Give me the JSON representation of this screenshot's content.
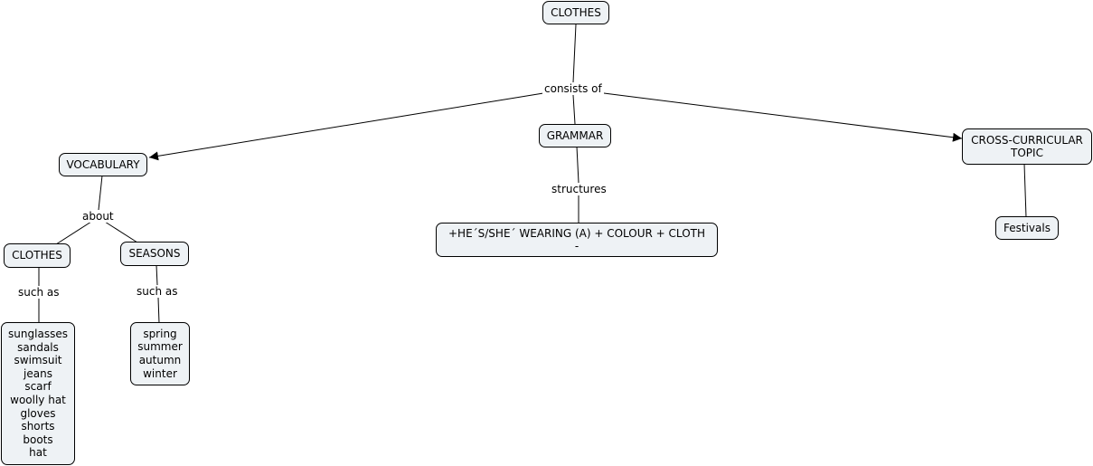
{
  "nodes": {
    "clothes_root": "CLOTHES",
    "vocabulary": "VOCABULARY",
    "grammar": "GRAMMAR",
    "cross_curricular": "CROSS-CURRICULAR\nTOPIC",
    "clothes_sub": "CLOTHES",
    "seasons": "SEASONS",
    "structure": "+HE´S/SHE´ WEARING (A) + COLOUR + CLOTH\n-",
    "festivals": "Festivals",
    "clothes_items": [
      "sunglasses",
      "sandals",
      "swimsuit",
      "jeans",
      "scarf",
      "woolly hat",
      "gloves",
      "shorts",
      "boots",
      "hat"
    ],
    "season_items": [
      "spring",
      "summer",
      "autumn",
      "winter"
    ]
  },
  "links": {
    "consists_of": "consists of",
    "about": "about",
    "structures": "structures",
    "such_as_clothes": "such as",
    "such_as_seasons": "such as"
  },
  "colors": {
    "node_fill": "#eef2f5",
    "node_border": "#000000",
    "line": "#000000"
  }
}
